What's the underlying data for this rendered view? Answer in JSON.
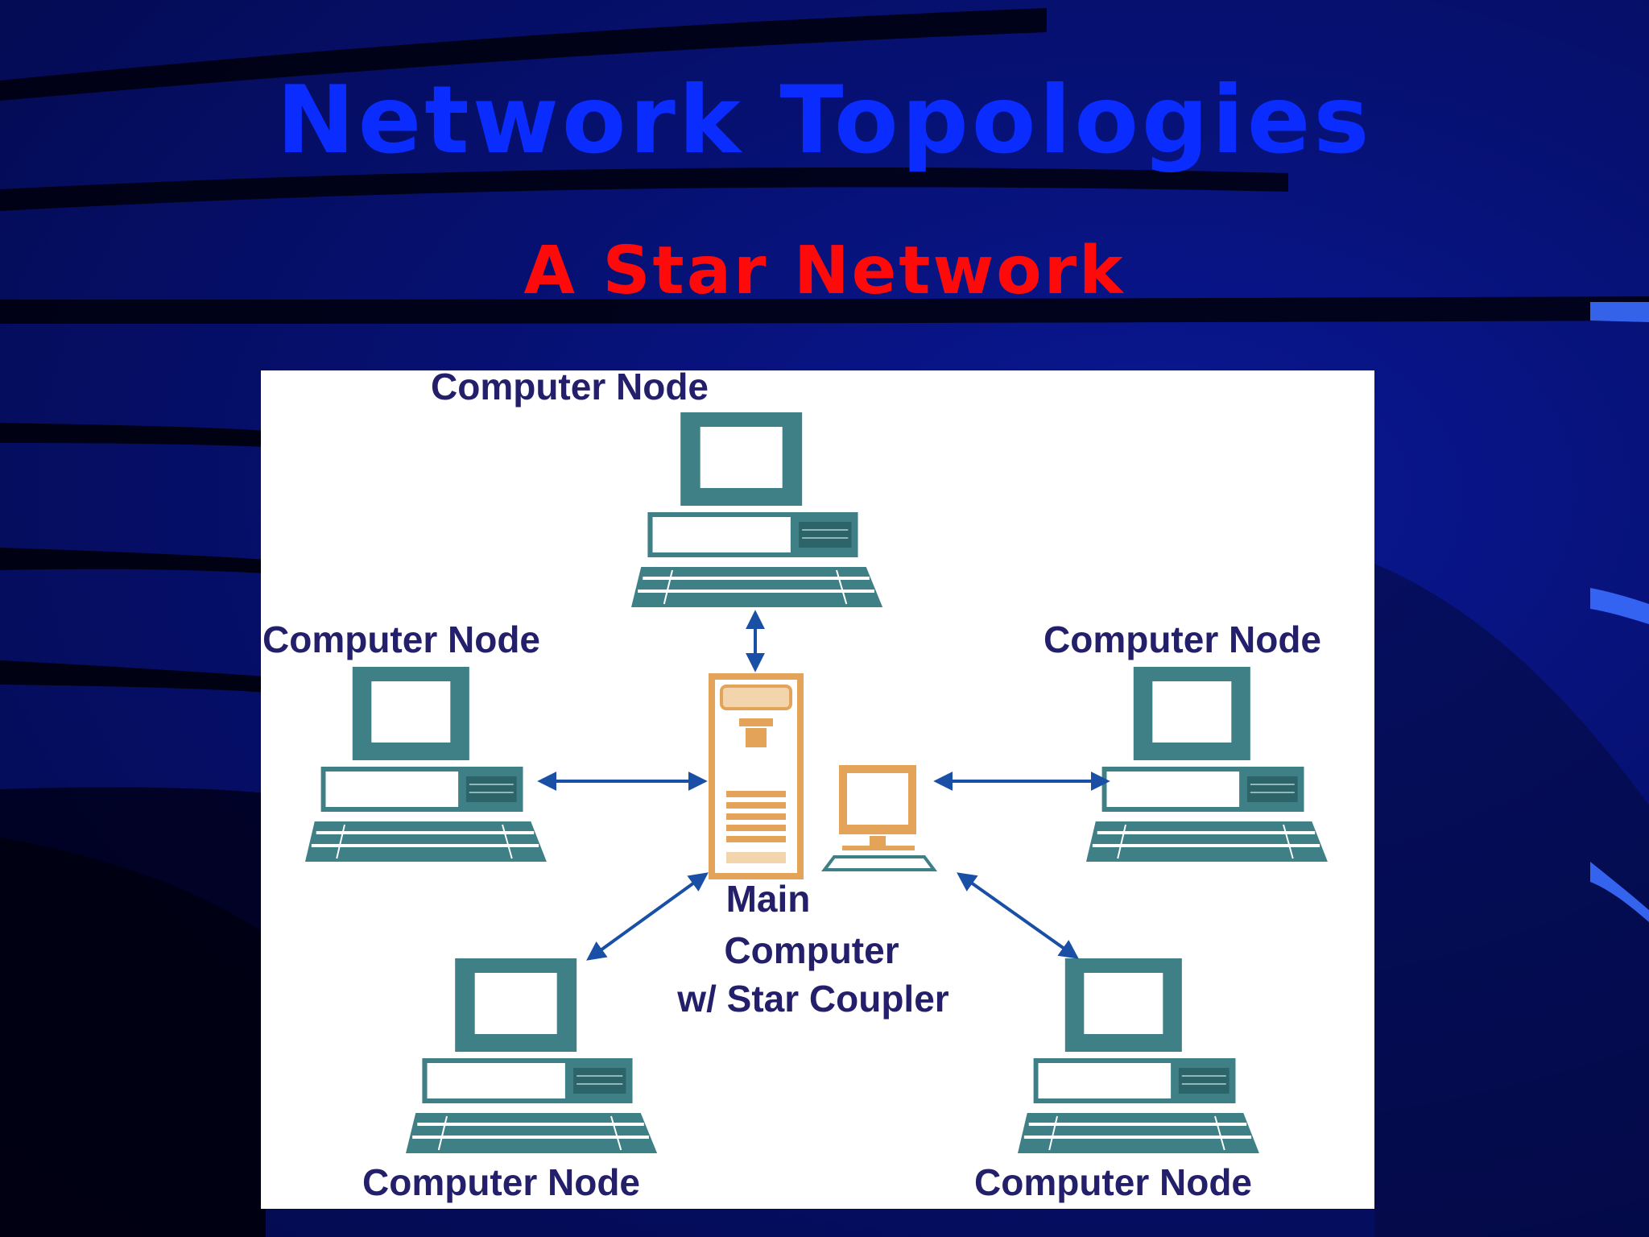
{
  "slide": {
    "title": "Network Topologies",
    "subtitle": "A Star Network",
    "title_color": "#0a2cff",
    "subtitle_color": "#ff0a0a"
  },
  "diagram": {
    "nodes": [
      {
        "id": "top",
        "label": "Computer Node"
      },
      {
        "id": "left",
        "label": "Computer Node"
      },
      {
        "id": "right",
        "label": "Computer Node"
      },
      {
        "id": "bottom-left",
        "label": "Computer Node"
      },
      {
        "id": "bottom-right",
        "label": "Computer Node"
      }
    ],
    "hub": {
      "label_line1": "Main",
      "label_line2": "Computer",
      "label_line3": "w/ Star Coupler"
    },
    "colors": {
      "computer": "#3f7f86",
      "hub": "#e3a45a",
      "link": "#1a4fa6",
      "label": "#231f6a"
    }
  }
}
